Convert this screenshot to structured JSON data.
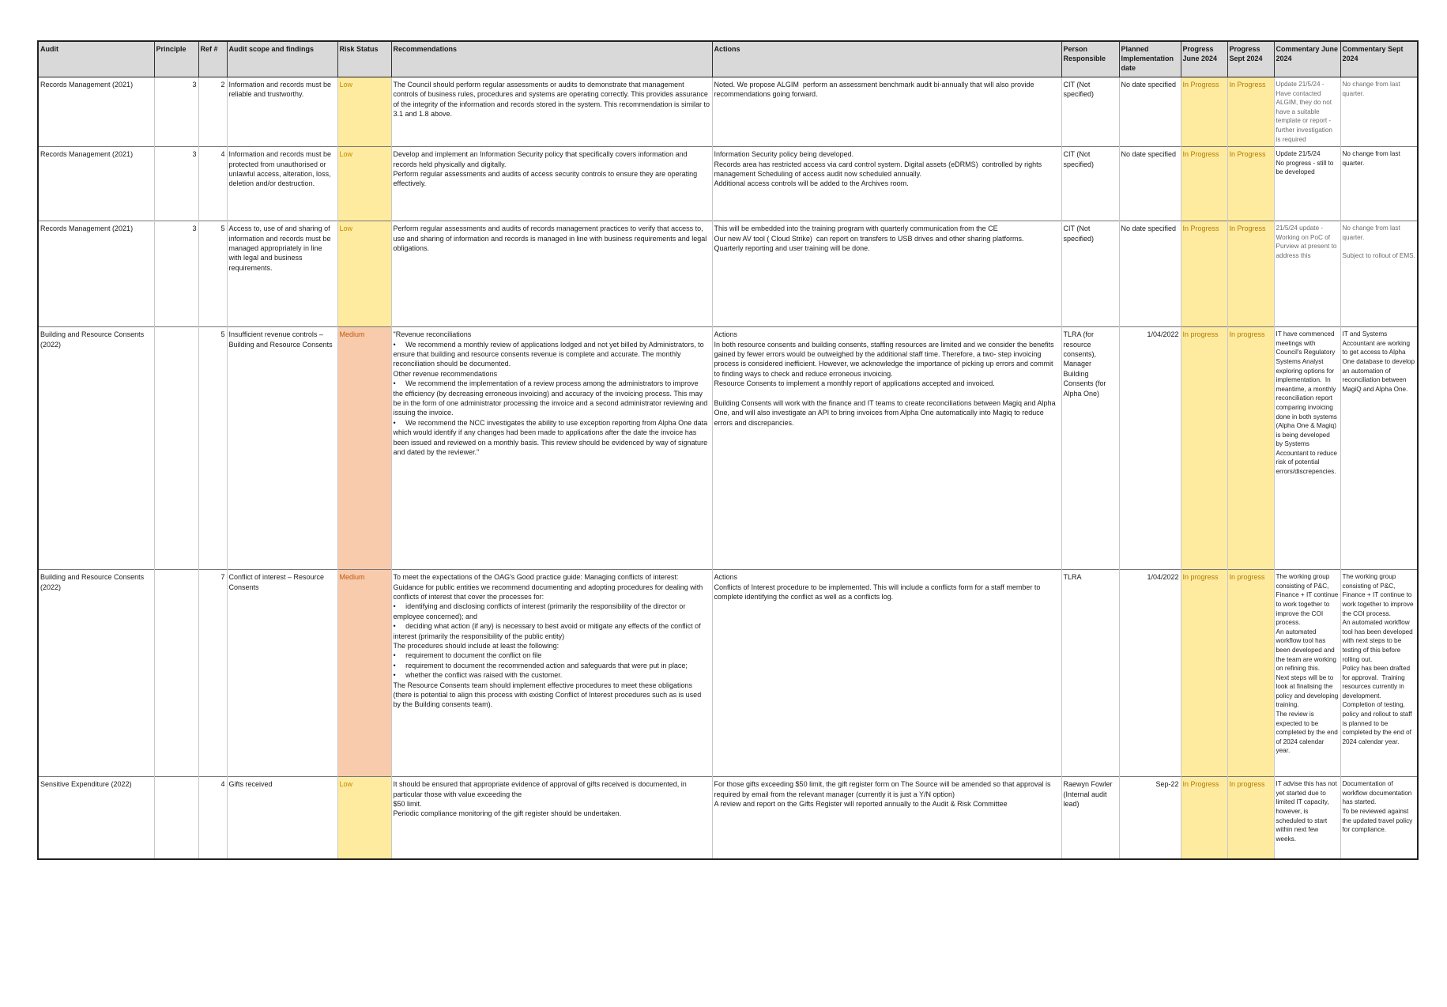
{
  "headers": {
    "audit": "Audit",
    "principle": "Principle",
    "ref": "Ref #",
    "scope": "Audit scope and findings",
    "risk": "Risk Status",
    "recommendations": "Recommendations",
    "actions": "Actions",
    "person": "Person Responsible",
    "planned": "Planned Implementation date",
    "prog_june": "Progress June 2024",
    "prog_sept": "Progress Sept 2024",
    "comm_june": "Commentary June 2024",
    "comm_sept": "Commentary Sept 2024"
  },
  "rows": [
    {
      "audit": "Records Management (2021)",
      "principle": "3",
      "ref": "2",
      "scope": "Information and records must be reliable and trustworthy.",
      "risk": "Low",
      "recommendations": "The Council should perform regular assessments or audits to demonstrate that management controls of business rules, procedures and systems are operating correctly. This provides assurance of the integrity of the information and records stored in the system. This recommendation is similar to\n3.1 and 1.8 above.",
      "actions": "Noted. We propose ALGIM  perform an assessment benchmark audit bi-annually that will also provide recommendations going forward.",
      "person": "CIT (Not specified)",
      "planned": "No date specified",
      "prog_june": "In Progress",
      "prog_sept": "In Progress",
      "comm_june": "Update 21/5/24 - Have contacted ALGIM, they do not have a suitable template or report - further investigation is required",
      "comm_sept": "No change from last quarter."
    },
    {
      "audit": "Records Management (2021)",
      "principle": "3",
      "ref": "4",
      "scope": "Information and records must be protected from unauthorised or unlawful access, alteration, loss, deletion and/or destruction.",
      "risk": "Low",
      "recommendations": "Develop and implement an Information Security policy that specifically covers information and records held physically and digitally.\nPerform regular assessments and audits of access security controls to ensure they are operating effectively.",
      "actions": "Information Security policy being developed.\nRecords area has restricted access via card control system. Digital assets (eDRMS)  controlled by rights management Scheduling of access audit now scheduled annually.\nAdditional access controls will be added to the Archives room.",
      "person": "CIT (Not specified)",
      "planned": "No date specified",
      "prog_june": "In Progress",
      "prog_sept": "In Progress",
      "comm_june": "Update 21/5/24\nNo progress - still to be developed",
      "comm_sept": "No change from last quarter."
    },
    {
      "audit": "Records Management (2021)",
      "principle": "3",
      "ref": "5",
      "scope": "Access to, use of and sharing of information and records must be managed appropriately in line with legal and business requirements.",
      "risk": "Low",
      "recommendations": "Perform regular assessments and audits of records management practices to verify that access to, use and sharing of information and records is managed in line with business requirements and legal obligations.",
      "actions": "This will be embedded into the training program with quarterly communication from the CE\nOur new AV tool ( Cloud Strike)  can report on transfers to USB drives and other sharing platforms.\nQuarterly reporting and user training will be done.",
      "person": "CIT (Not specified)",
      "planned": "No date specified",
      "prog_june": "In Progress",
      "prog_sept": "In Progress",
      "comm_june": "21/5/24 update - Working on PoC of Purview at present to address this",
      "comm_sept": "No change from last quarter.\n\nSubject to rollout of EMS."
    },
    {
      "audit": "Building and Resource Consents (2022)",
      "principle": "",
      "ref": "5",
      "scope": " Insufficient revenue controls – Building and Resource Consents",
      "risk": "Medium",
      "recommendations": "\"Revenue reconciliations\n•     We recommend a monthly review of applications lodged and not yet billed by Administrators, to ensure that building and resource consents revenue is complete and accurate. The monthly reconciliation should be documented.\nOther revenue recommendations\n•     We recommend the implementation of a review process among the administrators to improve the efficiency (by decreasing erroneous invoicing) and accuracy of the invoicing process. This may be in the form of one administrator processing the invoice and a second administrator reviewing and issuing the invoice.\n•     We recommend the NCC investigates the ability to use exception reporting from Alpha One data which would identify if any changes had been made to applications after the date the invoice has been issued and reviewed on a monthly basis. This review should be evidenced by way of signature and dated by the reviewer.\"",
      "actions": "Actions\nIn both resource consents and building consents, staffing resources are limited and we consider the benefits gained by fewer errors would be outweighed by the additional staff time. Therefore, a two- step invoicing process is considered inefficient. However, we acknowledge the importance of picking up errors and commit to finding ways to check and reduce erroneous invoicing.\nResource Consents to implement a monthly report of applications accepted and invoiced.\n\nBuilding Consents will work with the finance and IT teams to create reconciliations between Magiq and Alpha One, and will also investigate an API to bring invoices from Alpha One automatically into Magiq to reduce errors and discrepancies.",
      "person": "TLRA (for resource consents), Manager Building Consents (for Alpha One)",
      "planned": "1/04/2022",
      "prog_june": "In progress",
      "prog_sept": "In progress",
      "comm_june": "IT have commenced meetings with Council's Regulatory Systems Analyst exploring options for implementation.  In meantime, a monthly reconciliation report comparing invoicing done in both systems (Alpha One & Magiq) is being developed by Systems Accountant to reduce risk of potential errors/discrepencies.",
      "comm_sept": "IT and Systems Accountant are working to get access to Alpha One database to develop an automation of reconciliation between MagiQ and Alpha One."
    },
    {
      "audit": "Building and Resource Consents (2022)",
      "principle": "",
      "ref": "7",
      "scope": "Conflict of interest – Resource Consents",
      "risk": "Medium",
      "recommendations": "To meet the expectations of the OAG's Good practice guide: Managing conflicts of interest:\nGuidance for public entities we recommend documenting and adopting procedures for dealing with conflicts of interest that cover the processes for:\n•     identifying and disclosing conflicts of interest (primarily the responsibility of the director or employee concerned); and\n•     deciding what action (if any) is necessary to best avoid or mitigate any effects of the conflict of interest (primarily the responsibility of the public entity)\nThe procedures should include at least the following:\n•     requirement to document the conflict on file\n•     requirement to document the recommended action and safeguards that were put in place;\n•     whether the conflict was raised with the customer.\nThe Resource Consents team should implement effective procedures to meet these obligations (there is potential to align this process with existing Conflict of Interest procedures such as is used by the Building consents team).",
      "actions": "Actions\nConflicts of Interest procedure to be implemented. This will include a conflicts form for a staff member to complete identifying the conflict as well as a conflicts log.",
      "person": "TLRA",
      "planned": "1/04/2022",
      "prog_june": "In progress",
      "prog_sept": "In progress",
      "comm_june": "The working group consisting of P&C, Finance + IT continue to work together to improve the COI process.\nAn automated workflow tool has been developed and the team are working on refining this.\nNext steps will be to look at finalising the policy and developing training.\nThe review is expected to be completed by the end of 2024 calendar year.",
      "comm_sept": "The working group consisting of P&C, Finance + IT continue to work together to improve the COI process.\nAn automated workflow tool has been developed with next steps to be testing of this before rolling out.\nPolicy has been drafted for approval.  Training resources currently in development.\nCompletion of testing, policy and rollout to staff is planned to be completed by the end of 2024 calendar year."
    },
    {
      "audit": "Sensitive Expenditure (2022)",
      "principle": "",
      "ref": "4",
      "scope": "Gifts received",
      "risk": "Low",
      "recommendations": "It should be ensured that appropriate evidence of approval of gifts received is documented, in particular those with value exceeding the\n$50 limit.\nPeriodic compliance monitoring of the gift register should be undertaken.",
      "actions": "For those gifts exceeding $50 limit, the gift register form on The Source will be amended so that approval is required by email from the relevant manager (currently it is just a Y/N option)\nA review and report on the Gifts Register will reported annually to the Audit & Risk Committee",
      "person": "Raewyn Fowler (Internal audit lead)",
      "planned": "Sep-22",
      "prog_june": "In Progress",
      "prog_sept": "In progress",
      "comm_june": "IT advise this has not yet started due to limited IT capacity, however, is scheduled to start within next few weeks.",
      "comm_sept": "Documentation of workflow documentation has started.\nTo be reviewed against the updated travel policy for compliance."
    }
  ],
  "colors": {
    "header_bg": "#d9d9d9",
    "risk_low": "#ffeba0",
    "risk_medium": "#f8cbad",
    "progress": "#ffeba0"
  }
}
